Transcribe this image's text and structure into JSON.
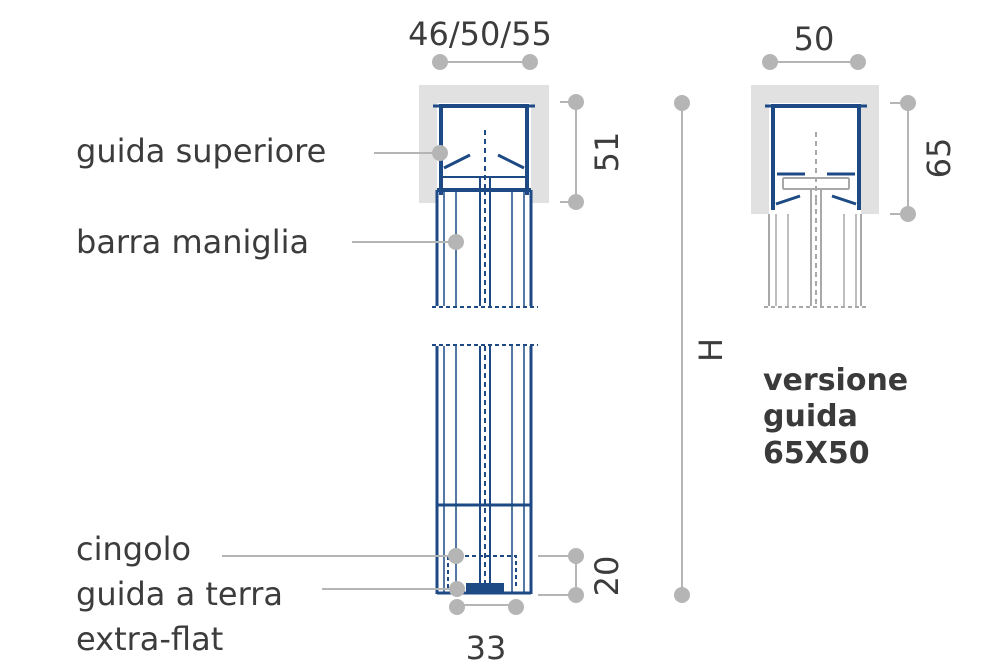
{
  "labels": {
    "guida_superiore": "guida superiore",
    "barra_maniglia": "barra maniglia",
    "cingolo": "cingolo",
    "guida_a_terra_line1": "guida a terra",
    "guida_a_terra_line2": "extra-flat"
  },
  "dimensions": {
    "top_width": "46/50/55",
    "top_height": "51",
    "total_height": "H",
    "bottom_height": "20",
    "bottom_width": "33",
    "alt_width": "50",
    "alt_height": "65"
  },
  "version": {
    "line1": "versione",
    "line2": "guida",
    "line3": "65X50"
  },
  "colors": {
    "profile_blue": "#1d4a85",
    "housing_grey": "#e1e1e1",
    "marker_grey": "#b5b5b5",
    "text": "#3c3c3c"
  }
}
